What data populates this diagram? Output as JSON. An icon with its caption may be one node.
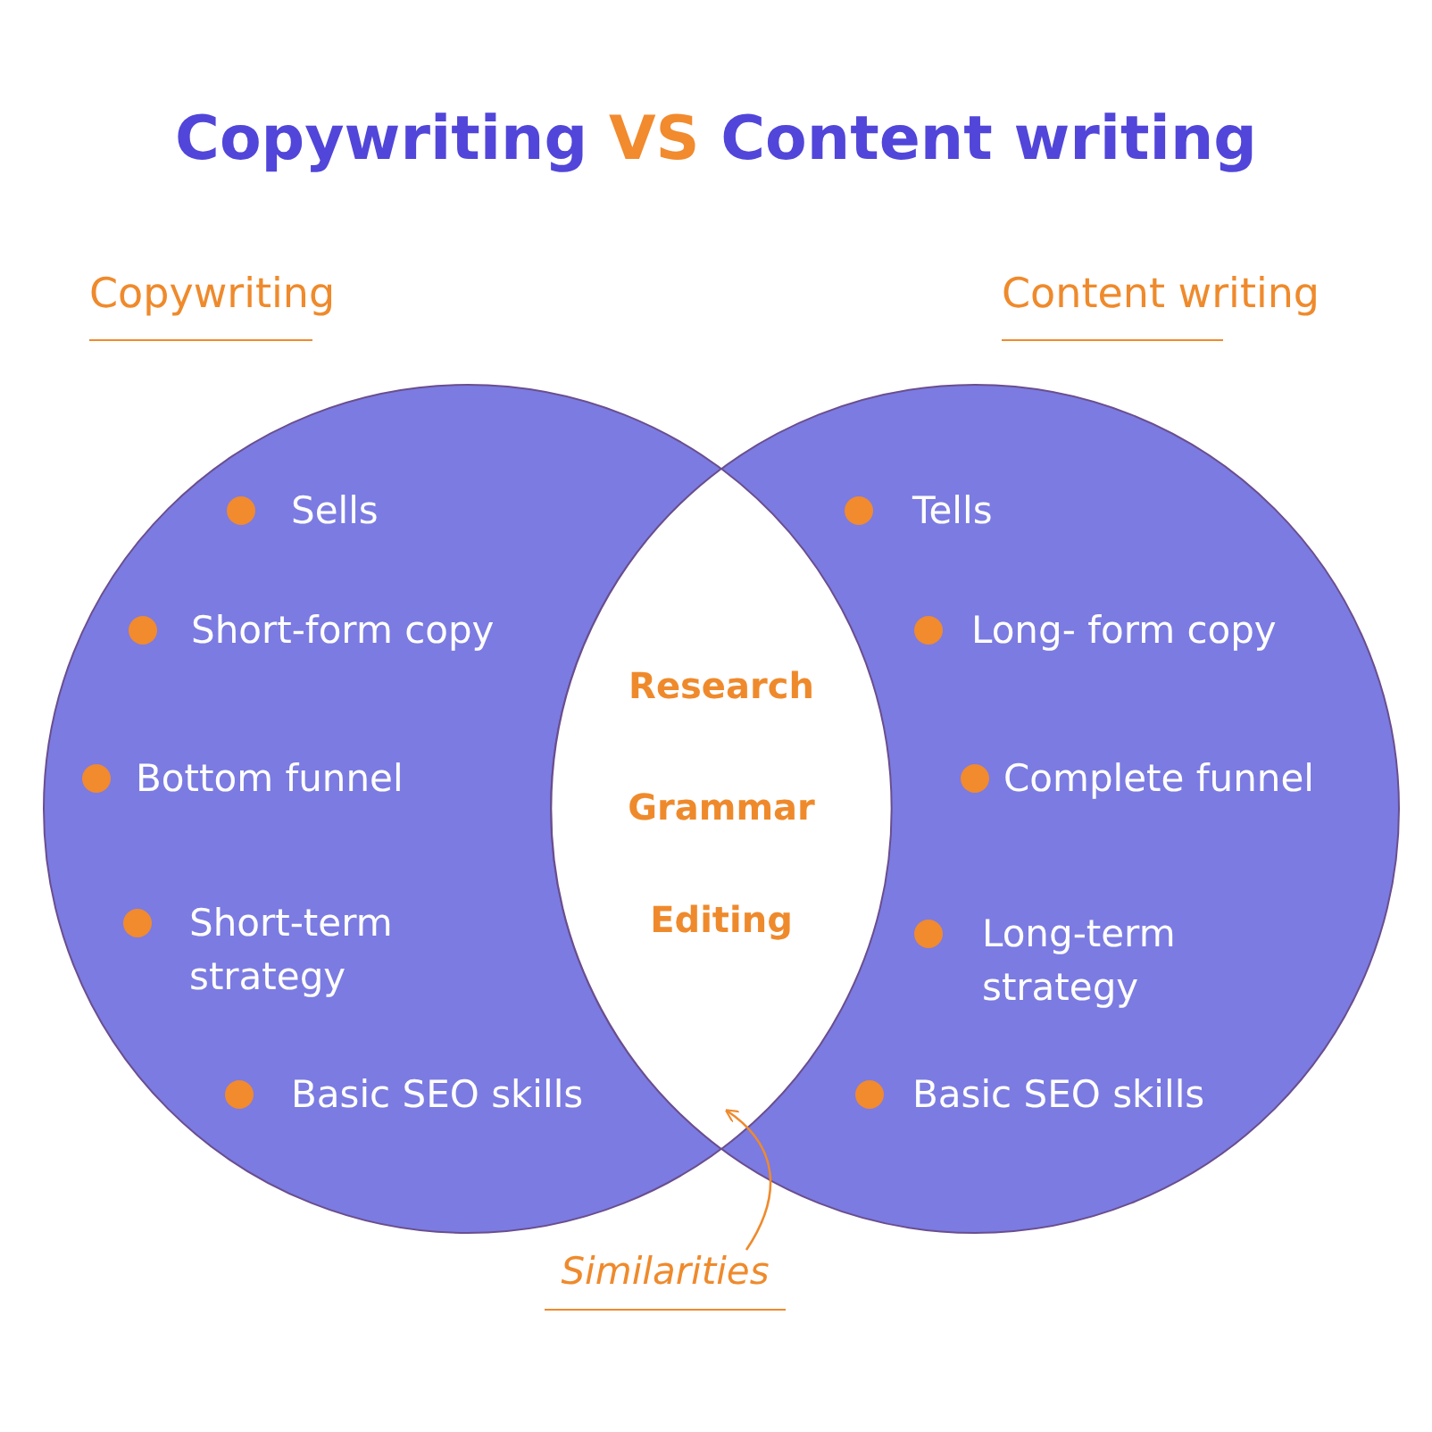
{
  "diagram": {
    "title": "Copywriting VS Content writing",
    "nodes": [
      {
        "text": [
          "Copywriting",
          "Sells",
          "Short-form copy",
          "Bottom funnel",
          "Short-term strategy",
          "Basic SEO skills"
        ]
      },
      {
        "text": [
          "Content writing",
          "Tells",
          "Long- form copy",
          "Complete funnel",
          "Long-term strategy",
          "Basic SEO skills"
        ]
      },
      {
        "text": [
          "Research",
          "Grammar",
          "Editing"
        ]
      },
      {
        "text": [
          "Similarities"
        ]
      }
    ],
    "edges": [
      {
        "from": 3,
        "to": 2,
        "arrow": "to"
      }
    ]
  }
}
